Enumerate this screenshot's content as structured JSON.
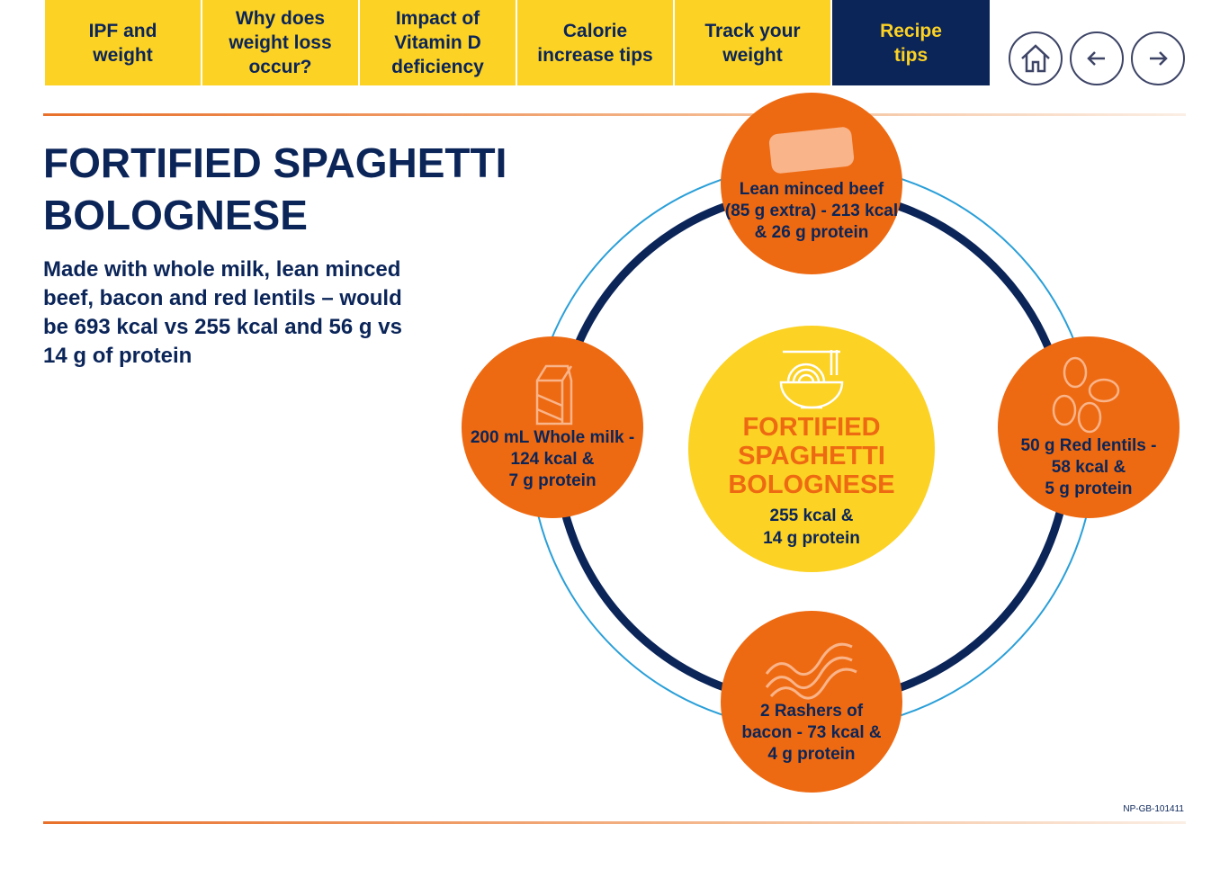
{
  "nav": {
    "tabs": [
      {
        "label": "IPF and\nweight"
      },
      {
        "label": "Why does\nweight loss\noccur?"
      },
      {
        "label": "Impact of\nVitamin D\ndeficiency"
      },
      {
        "label": "Calorie\nincrease tips"
      },
      {
        "label": "Track your\nweight"
      },
      {
        "label": "Recipe\ntips",
        "active": true
      }
    ],
    "buttons": [
      "home-icon",
      "arrow-left-icon",
      "arrow-right-icon"
    ]
  },
  "title": "FORTIFIED SPAGHETTI BOLOGNESE",
  "description": "Made with whole milk, lean minced beef, bacon and red lentils – would be 693 kcal vs 255 kcal and 56 g vs 14 g of protein",
  "center": {
    "name": "FORTIFIED\nSPAGHETTI\nBOLOGNESE",
    "value": "255 kcal &\n14 g protein"
  },
  "ingredients": [
    {
      "text": "Lean minced beef\n(85 g extra) - 213 kcal\n& 26 g protein",
      "icon": "minced-beef-icon"
    },
    {
      "text": "200 mL Whole milk -\n124 kcal &\n7 g protein",
      "icon": "milk-carton-icon"
    },
    {
      "text": "50 g Red lentils -\n58 kcal &\n5 g protein",
      "icon": "lentils-icon"
    },
    {
      "text": "2 Rashers of\nbacon - 73 kcal &\n4 g protein",
      "icon": "bacon-icon"
    }
  ],
  "code": "NP-GB-101411",
  "colors": {
    "navy": "#0b2559",
    "yellow": "#fcd224",
    "orange": "#ee6a12",
    "blue": "#2a9fd8"
  }
}
